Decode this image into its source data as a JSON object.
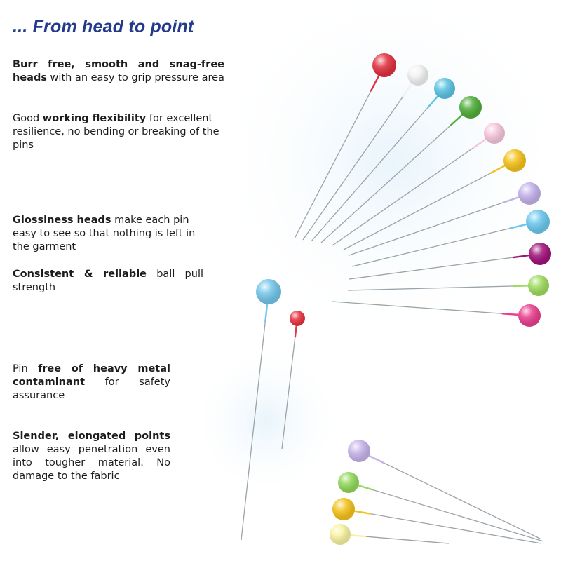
{
  "title": "... From head to point",
  "features": [
    {
      "bold": "Burr free, smooth and snag-free heads",
      "text": " with an easy to grip pressure area"
    },
    {
      "pre": "Good ",
      "bold": "working flexibility",
      "text": " for excellent resilience, no bending or breaking of the pins"
    },
    {
      "bold": "Glossiness heads",
      "text": " make each pin easy to see so that nothing is left in the garment"
    },
    {
      "bold": "Consistent & reliable",
      "text": " ball pull strength"
    },
    {
      "pre": "Pin ",
      "bold": "free of heavy metal contaminant",
      "text": " for safety assurance"
    },
    {
      "bold": "Slender, elongated points",
      "text": " allow easy penetration even into tougher material. No damage to the fabric"
    }
  ],
  "colors": {
    "title": "#233a8c",
    "pin_heads": [
      "#e0313e",
      "#f2f2f2",
      "#5cc4e2",
      "#4fae3a",
      "#f6c6dc",
      "#f5c21a",
      "#c4b2ea",
      "#6cc8ee",
      "#a0127a",
      "#9fdb5e",
      "#ea3f8e",
      "#74c6ea",
      "#e8343f",
      "#c6b4ea",
      "#92d85a",
      "#f5c21a",
      "#f8f2a0"
    ]
  }
}
